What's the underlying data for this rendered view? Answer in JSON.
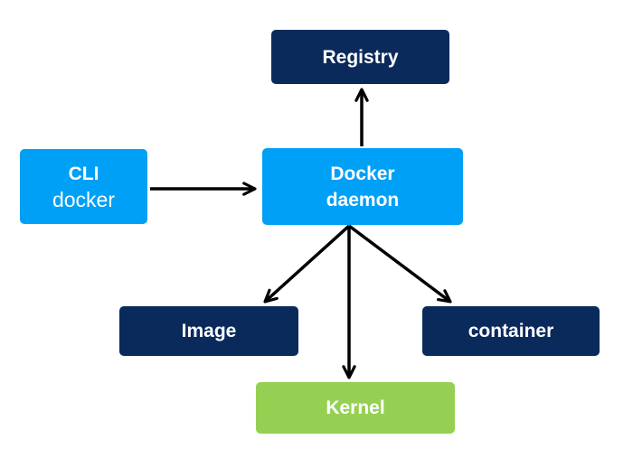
{
  "diagram": {
    "type": "flowchart",
    "background": "#ffffff",
    "arrow_color": "#000000",
    "nodes": {
      "registry": {
        "label": "Registry",
        "fill": "#0a2a5c",
        "text_color": "#ffffff"
      },
      "cli": {
        "label_line1": "CLI",
        "label_line2": "docker",
        "fill": "#00a0f6",
        "text_color": "#ffffff"
      },
      "daemon": {
        "label_line1": "Docker",
        "label_line2": "daemon",
        "fill": "#00a0f6",
        "text_color": "#ffffff"
      },
      "image": {
        "label": "Image",
        "fill": "#0a2a5c",
        "text_color": "#ffffff"
      },
      "container": {
        "label": "container",
        "fill": "#0a2a5c",
        "text_color": "#ffffff"
      },
      "kernel": {
        "label": "Kernel",
        "fill": "#96d053",
        "text_color": "#ffffff"
      }
    },
    "edges": [
      {
        "from": "cli",
        "to": "daemon"
      },
      {
        "from": "daemon",
        "to": "registry"
      },
      {
        "from": "daemon",
        "to": "image"
      },
      {
        "from": "daemon",
        "to": "kernel"
      },
      {
        "from": "daemon",
        "to": "container"
      }
    ]
  }
}
